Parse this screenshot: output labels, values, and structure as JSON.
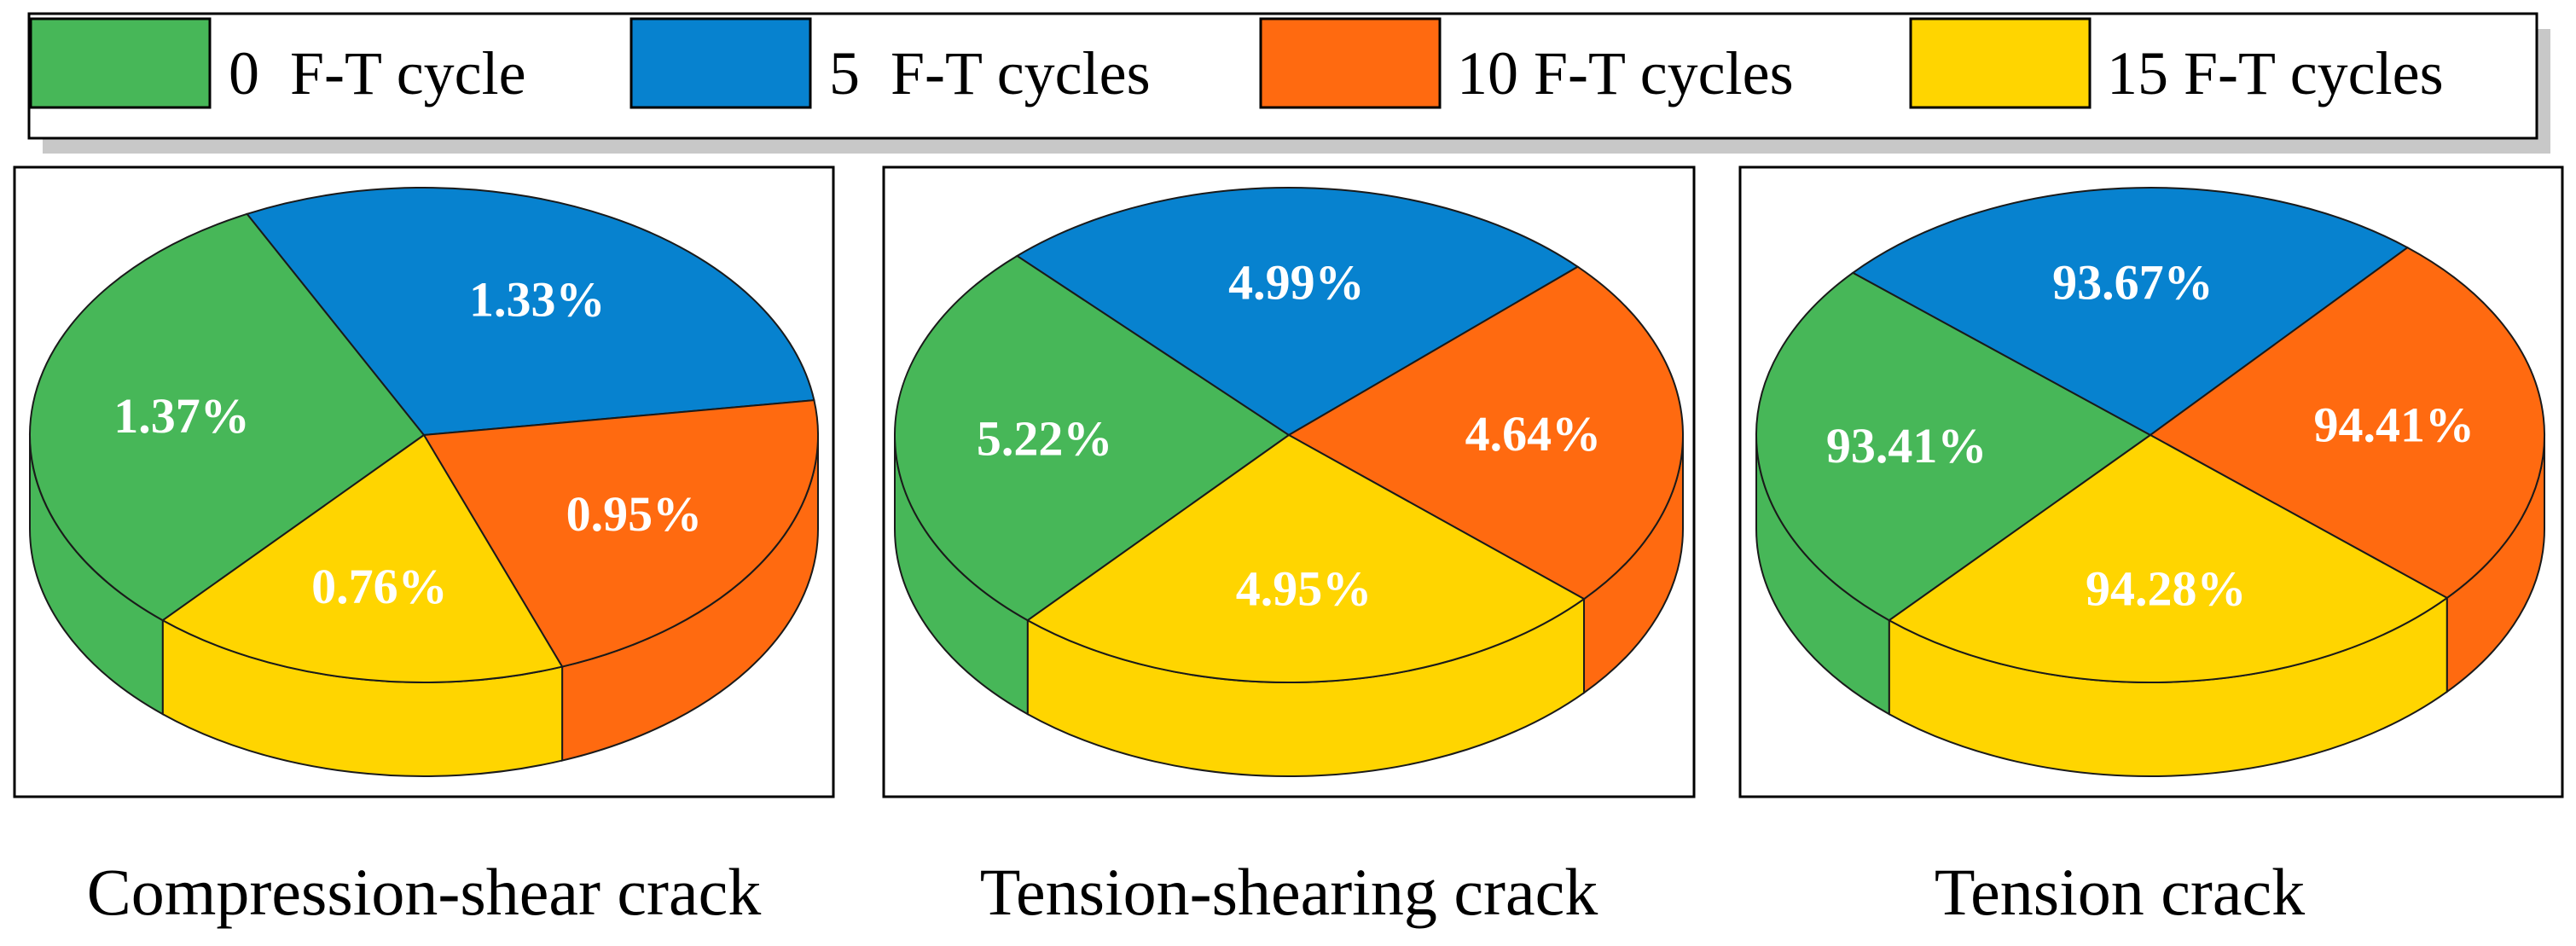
{
  "legend": {
    "items": [
      {
        "label": "0  F-T cycle",
        "color": "#47B758"
      },
      {
        "label": "5  F-T cycles",
        "color": "#0782CF"
      },
      {
        "label": "10 F-T cycles",
        "color": "#FF6A10"
      },
      {
        "label": "15 F-T cycles",
        "color": "#FFD500"
      }
    ]
  },
  "chart_data": [
    {
      "type": "pie",
      "title": "Compression-shear crack",
      "categories": [
        "0  F-T cycle",
        "5  F-T cycles",
        "10 F-T cycles",
        "15 F-T cycles"
      ],
      "values": [
        1.37,
        1.33,
        0.95,
        0.76
      ],
      "labels": [
        "1.37%",
        "1.33%",
        "0.95%",
        "0.76%"
      ],
      "colors": [
        "#47B758",
        "#0782CF",
        "#FF6A10",
        "#FFD500"
      ],
      "start_angle": 131.5
    },
    {
      "type": "pie",
      "title": "Tension-shearing crack",
      "categories": [
        "0  F-T cycle",
        "5  F-T cycles",
        "10 F-T cycles",
        "15 F-T cycles"
      ],
      "values": [
        5.22,
        4.99,
        4.64,
        4.95
      ],
      "labels": [
        "5.22%",
        "4.99%",
        "4.64%",
        "4.95%"
      ],
      "colors": [
        "#47B758",
        "#0782CF",
        "#FF6A10",
        "#FFD500"
      ],
      "start_angle": 131.5
    },
    {
      "type": "pie",
      "title": "Tension crack",
      "categories": [
        "0  F-T cycle",
        "5  F-T cycles",
        "10 F-T cycles",
        "15 F-T cycles"
      ],
      "values": [
        93.41,
        93.67,
        94.41,
        94.28
      ],
      "labels": [
        "93.41%",
        "93.67%",
        "94.41%",
        "94.28%"
      ],
      "colors": [
        "#47B758",
        "#0782CF",
        "#FF6A10",
        "#FFD500"
      ],
      "start_angle": 131.5
    }
  ]
}
